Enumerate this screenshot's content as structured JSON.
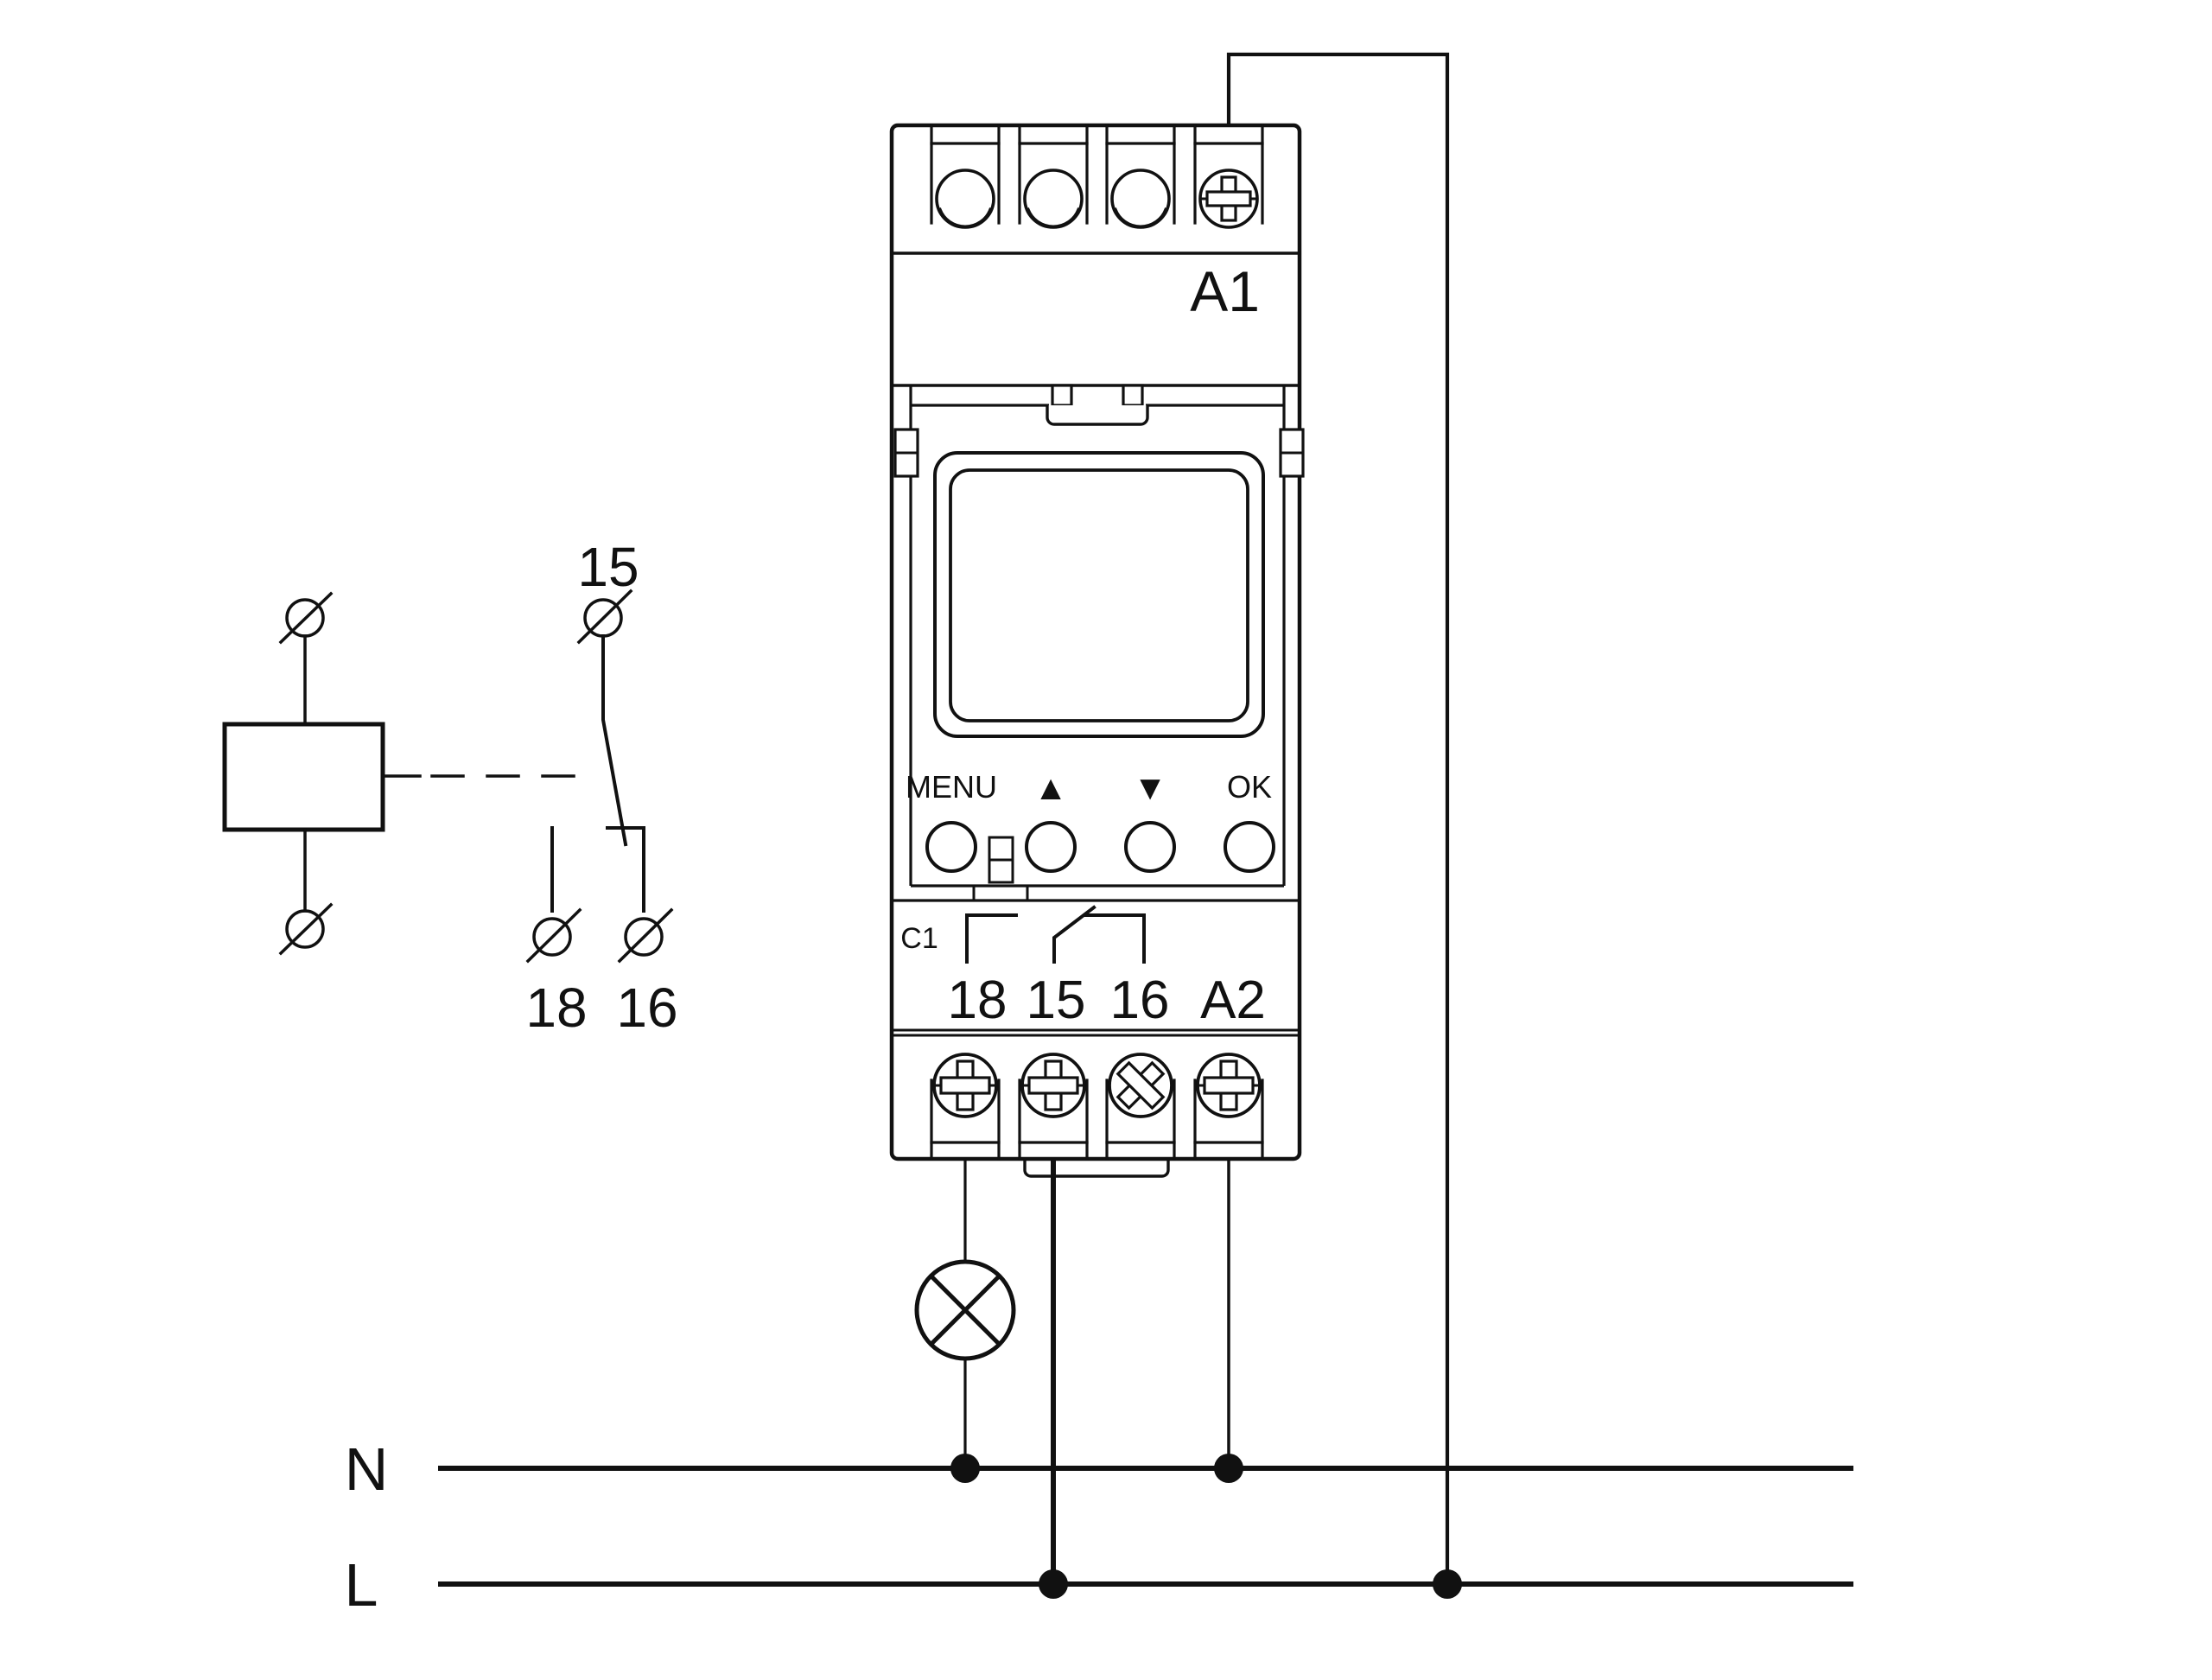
{
  "device": {
    "top_terminal_label": "A1",
    "button_labels": {
      "menu": "MENU",
      "up": "▲",
      "down": "▼",
      "ok": "OK"
    },
    "contact_group_label": "C1",
    "terminal_row_labels": {
      "no": "18",
      "com": "15",
      "nc": "16",
      "supply": "A2"
    }
  },
  "schematic": {
    "com_terminal_label": "15",
    "no_terminal_label": "18",
    "nc_terminal_label": "16"
  },
  "power": {
    "neutral_label": "N",
    "line_label": "L"
  },
  "colors": {
    "ink": "#111111",
    "paper": "#ffffff"
  }
}
